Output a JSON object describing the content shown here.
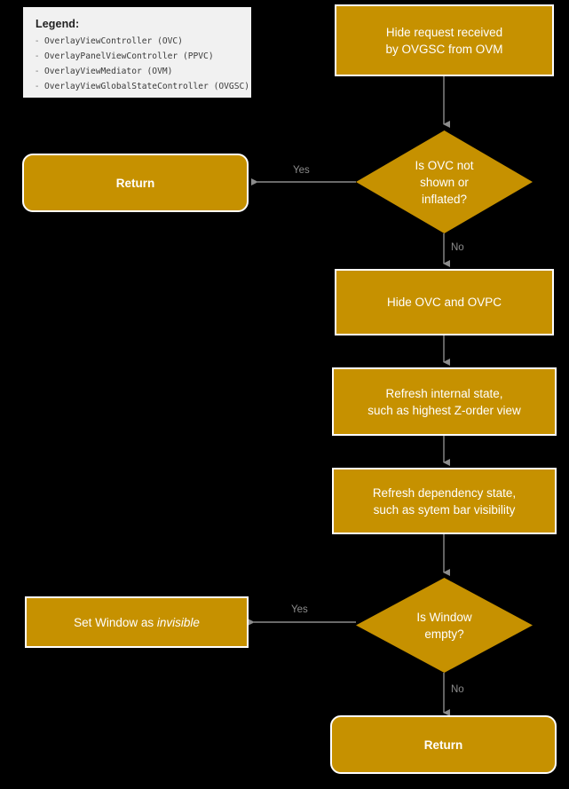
{
  "legend": {
    "title": "Legend:",
    "bullet": "-",
    "items": [
      "OverlayViewController (OVC)",
      "OverlayPanelViewController (PPVC)",
      "OverlayViewMediator (OVM)",
      "OverlayViewGlobalStateController (OVGSC)"
    ]
  },
  "colors": {
    "background": "#000000",
    "node_fill": "#c69100",
    "node_border": "#ffffff",
    "node_text": "#ffffff",
    "edge_line": "#8c8c8c",
    "edge_label": "#8c8c8c",
    "legend_bg": "#f1f1f1",
    "legend_text": "#3a3a3a"
  },
  "flow": {
    "nodes": {
      "start": {
        "label": "Hide request received\nby OVGSC from OVM",
        "line1": "Hide request received",
        "line2": "by OVGSC from OVM",
        "type": "process"
      },
      "decision_ovc": {
        "label": "Is OVC not\nshown or\ninflated?",
        "line1": "Is OVC not",
        "line2": "shown or",
        "line3": "inflated?",
        "type": "decision"
      },
      "return_top": {
        "label": "Return",
        "type": "terminal"
      },
      "hide_ovc": {
        "label": "Hide OVC and OVPC",
        "type": "process"
      },
      "refresh_internal": {
        "label": "Refresh internal state,\nsuch as highest Z-order view",
        "line1": "Refresh internal state,",
        "line2": "such as highest Z-order view",
        "type": "process"
      },
      "refresh_dependency": {
        "label": "Refresh dependency state,\nsuch as sytem bar visibility",
        "line1": "Refresh dependency state,",
        "line2": "such as sytem bar visibility",
        "type": "process"
      },
      "decision_window": {
        "label": "Is Window\nempty?",
        "line1": "Is Window",
        "line2": "empty?",
        "type": "decision"
      },
      "set_invisible": {
        "label": "Set Window as invisible",
        "prefix": "Set Window as ",
        "emphasis": "invisible",
        "type": "process"
      },
      "return_bottom": {
        "label": "Return",
        "type": "terminal"
      }
    },
    "edge_labels": {
      "ovc_yes": "Yes",
      "ovc_no": "No",
      "window_yes": "Yes",
      "window_no": "No"
    }
  }
}
